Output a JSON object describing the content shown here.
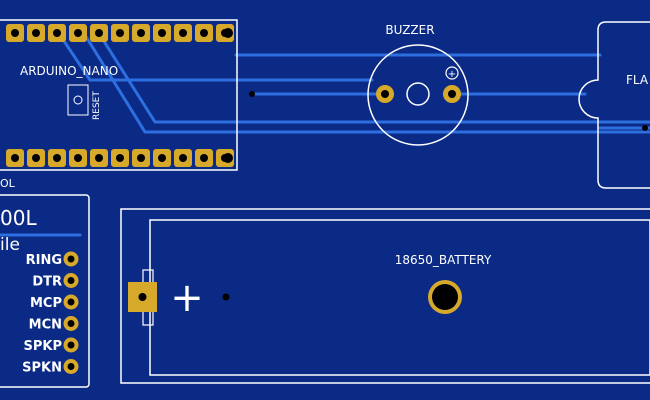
{
  "colors": {
    "board": "#0a2a86",
    "trace": "#2e6fe0",
    "silkscreen": "#ffffff",
    "pad_gold": "#d7a92b",
    "via": "#000000"
  },
  "nano": {
    "label": "ARDUINO_NANO",
    "reset_label": "RESET",
    "top_pin_count": 11,
    "bottom_pin_count": 11
  },
  "fragment_label": "OL",
  "buzzer": {
    "label": "BUZZER",
    "polarity": "+"
  },
  "right_module": {
    "label": "FLA"
  },
  "module": {
    "title": "00L",
    "subtitle": "ile",
    "pins": [
      "RING",
      "DTR",
      "MCP",
      "MCN",
      "SPKP",
      "SPKN"
    ]
  },
  "battery": {
    "label": "18650_BATTERY",
    "polarity": "+"
  }
}
